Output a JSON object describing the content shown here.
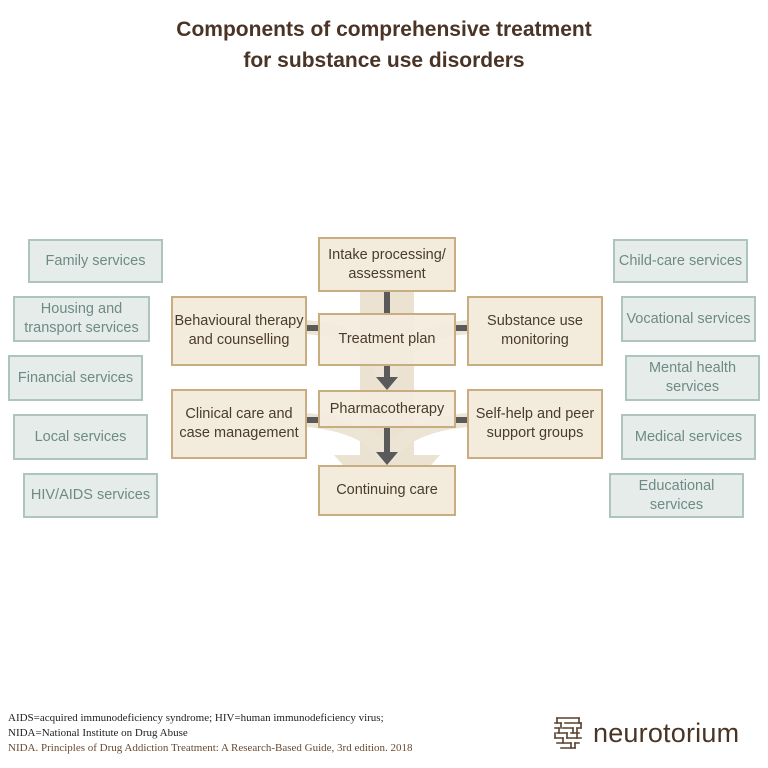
{
  "title": {
    "line1": "Components of comprehensive treatment",
    "line2": "for substance use disorders"
  },
  "center": {
    "intake": "Intake processing/ assessment",
    "treatment_plan": "Treatment plan",
    "pharmacotherapy": "Pharmacotherapy",
    "continuing_care": "Continuing care"
  },
  "inner": {
    "behavioural": "Behavioural therapy and counselling",
    "clinical": "Clinical care and case management",
    "substance": "Substance use monitoring",
    "selfhelp": "Self-help and peer support groups"
  },
  "left_services": [
    "Family services",
    "Housing and transport services",
    "Financial services",
    "Local services",
    "HIV/AIDS services"
  ],
  "right_services": [
    "Child-care services",
    "Vocational services",
    "Mental health services",
    "Medical services",
    "Educational services"
  ],
  "footer": {
    "abbrev1": "AIDS=acquired immunodeficiency syndrome; HIV=human immunodeficiency virus;",
    "abbrev2": "NIDA=National Institute on Drug Abuse",
    "source": "NIDA. Principles of Drug Addiction Treatment: A Research-Based Guide, 3rd edition. 2018"
  },
  "brand": {
    "name": "neurotorium",
    "icon": "brain-maze-logo-icon"
  },
  "colors": {
    "title": "#4a3426",
    "service_fill": "#e6ecea",
    "service_border": "#aec4bf",
    "service_text": "#6e8a85",
    "core_fill": "#f3ecdd",
    "core_border": "#c8ad80",
    "connector": "#5a5a5a",
    "arrow_band": "#e7ddca"
  }
}
